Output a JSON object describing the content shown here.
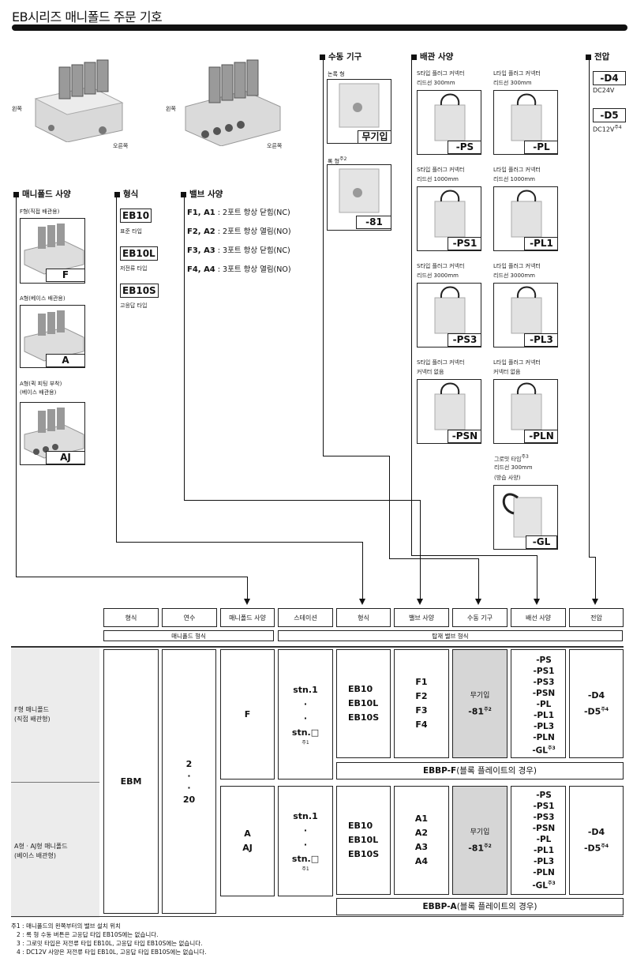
{
  "title": "EB시리즈 매니폴드 주문 기호",
  "top_photos": {
    "left": "왼쪽",
    "right": "오른쪽"
  },
  "sections": {
    "manifold": "매니폴드 사양",
    "type": "형식",
    "valve": "밸브 사양",
    "manual": "수동 기구",
    "wiring": "배관 사양",
    "voltage": "전압"
  },
  "manifold_items": [
    {
      "caption": "F형(직접 배관용)",
      "code": "F"
    },
    {
      "caption": "A형(베이스 배관용)",
      "code": "A"
    },
    {
      "caption1": "A형(퀵 피팅 부착)",
      "caption2": "(베이스 배관용)",
      "code": "AJ"
    }
  ],
  "type_items": [
    {
      "code": "EB10",
      "desc": "표준 타입"
    },
    {
      "code": "EB10L",
      "desc": "저전류 타입"
    },
    {
      "code": "EB10S",
      "desc": "고응답 타입"
    }
  ],
  "valve_items": [
    {
      "code": "F1, A1",
      "desc": "2포트 항상 닫힘(NC)"
    },
    {
      "code": "F2, A2",
      "desc": "2포트 항상 열림(NO)"
    },
    {
      "code": "F3, A3",
      "desc": "3포트 항상 닫힘(NC)"
    },
    {
      "code": "F4, A4",
      "desc": "3포트 항상 열림(NO)"
    }
  ],
  "manual_items": [
    {
      "caption": "논록 형",
      "code": "무기입"
    },
    {
      "caption": "록 형",
      "sup": "주2",
      "code": "-81"
    }
  ],
  "wiring_items": [
    {
      "l1": "S타입 플러그 커넥터",
      "l2": "리드선 300mm",
      "code": "-PS"
    },
    {
      "l1": "L타입 플러그 커넥터",
      "l2": "리드선 300mm",
      "code": "-PL"
    },
    {
      "l1": "S타입 플러그 커넥터",
      "l2": "리드선 1000mm",
      "code": "-PS1"
    },
    {
      "l1": "L타입 플러그 커넥터",
      "l2": "리드선 1000mm",
      "code": "-PL1"
    },
    {
      "l1": "S타입 플러그 커넥터",
      "l2": "리드선 3000mm",
      "code": "-PS3"
    },
    {
      "l1": "L타입 플러그 커넥터",
      "l2": "리드선 3000mm",
      "code": "-PL3"
    },
    {
      "l1": "S타입 플러그 커넥터",
      "l2": "커넥터 없음",
      "code": "-PSN"
    },
    {
      "l1": "L타입 플러그 커넥터",
      "l2": "커넥터 없음",
      "code": "-PLN"
    }
  ],
  "grommet": {
    "l1": "그로밋 타입",
    "sup": "주3",
    "l2": "리드선 300mm",
    "l3": "(방습 사양)",
    "code": "-GL"
  },
  "voltage_items": [
    {
      "code": "-D4",
      "desc": "DC24V"
    },
    {
      "code": "-D5",
      "desc": "DC12V",
      "sup": "주4"
    }
  ],
  "headers": [
    "형식",
    "연수",
    "매니폴드 사양",
    "스테이션",
    "형식",
    "밸브 사양",
    "수동 기구",
    "배선 사양",
    "전압"
  ],
  "group_headers": [
    "매니폴드 형식",
    "탑재 밸브 형식"
  ],
  "rows": [
    {
      "label1": "F형 매니폴드",
      "label2": "(직접 배관형)",
      "manifold": "F",
      "stn": [
        "stn.1",
        "·",
        "·",
        "stn.□"
      ],
      "stn_note": "주1",
      "types": [
        "EB10",
        "EB10L",
        "EB10S"
      ],
      "valves": [
        "F1",
        "F2",
        "F3",
        "F4"
      ],
      "manual": "무기입",
      "manual2": "-81",
      "manual_sup": "주2",
      "wiring": [
        "-PS",
        "-PS1",
        "-PS3",
        "-PSN",
        "-PL",
        "-PL1",
        "-PL3",
        "-PLN",
        "-GL"
      ],
      "wiring_sup": "주3",
      "voltage": [
        "-D4",
        "-D5"
      ],
      "voltage_sup": "주4",
      "block": "EBBP-F",
      "block_note": "(블록 플레이트의 경우)"
    },
    {
      "label1": "A형 · AJ형 매니폴드",
      "label2": "(베이스 배관형)",
      "manifold": "A",
      "manifold2": "AJ",
      "stn": [
        "stn.1",
        "·",
        "·",
        "stn.□"
      ],
      "stn_note": "주1",
      "types": [
        "EB10",
        "EB10L",
        "EB10S"
      ],
      "valves": [
        "A1",
        "A2",
        "A3",
        "A4"
      ],
      "manual": "무기입",
      "manual2": "-81",
      "manual_sup": "주2",
      "wiring": [
        "-PS",
        "-PS1",
        "-PS3",
        "-PSN",
        "-PL",
        "-PL1",
        "-PL3",
        "-PLN",
        "-GL"
      ],
      "wiring_sup": "주3",
      "voltage": [
        "-D4",
        "-D5"
      ],
      "voltage_sup": "주4",
      "block": "EBBP-A",
      "block_note": "(블록 플레이트의 경우)"
    }
  ],
  "shared": {
    "model": "EBM",
    "count": [
      "2",
      "·",
      "·",
      "20"
    ]
  },
  "notes": [
    "주1 : 매니폴드의 왼쪽부터의 밸브 설치 위치",
    "2 : 록 형 수동 버튼은 고응답 타입 EB10S에는 없습니다.",
    "3 : 그로밋 타입은 저전류 타입 EB10L, 고응답 타입 EB10S에는 없습니다.",
    "4 : DC12V 사양은 저전류 타입 EB10L, 고응답 타입 EB10S에는 없습니다."
  ]
}
